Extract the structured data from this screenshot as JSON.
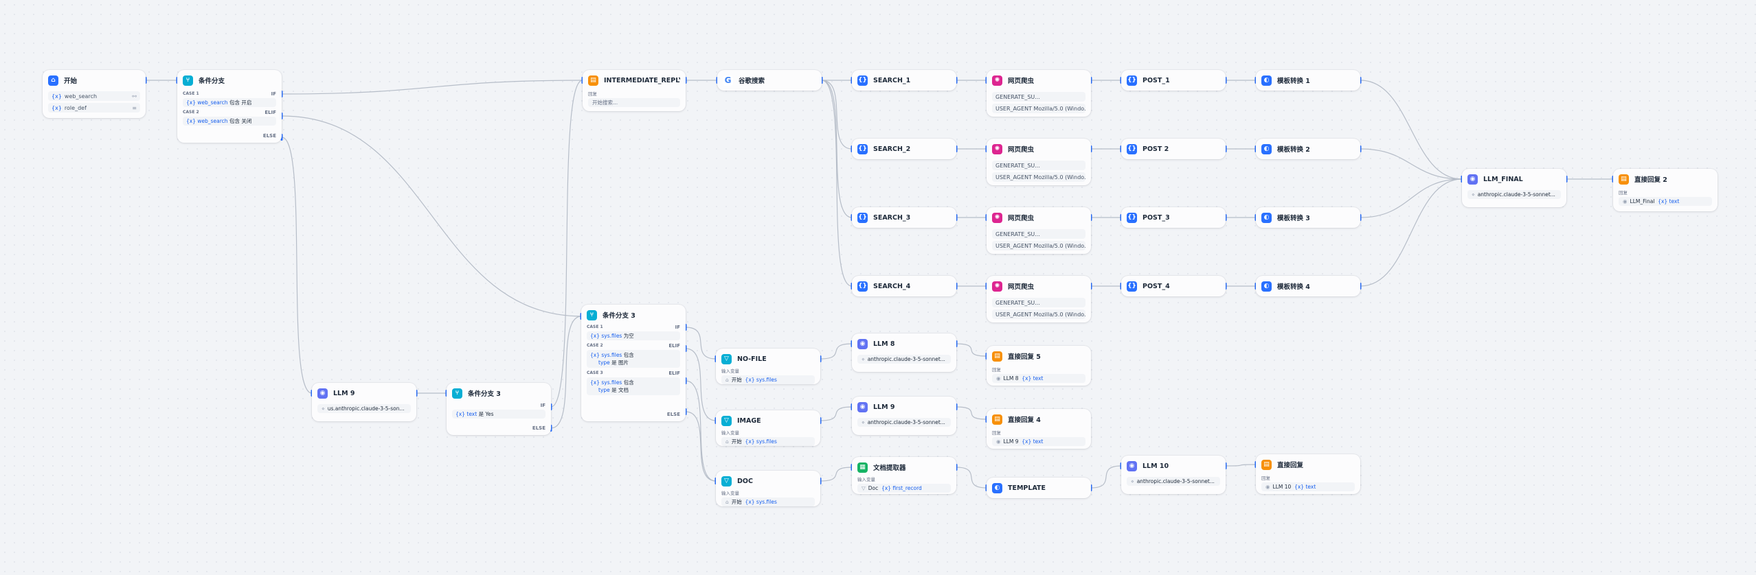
{
  "colors": {
    "start": "#2970ff",
    "ifelse": "#06aed4",
    "reply": "#f79009",
    "llm": "#6172f3",
    "tool": "#2970ff",
    "crawler": "#dd2590",
    "template": "#2970ff",
    "extract": "#16b364",
    "edge": "#b6bdc8"
  },
  "start": {
    "title": "开始",
    "vars": [
      "web_search",
      "role_def"
    ]
  },
  "branch1": {
    "title": "条件分支",
    "case1": {
      "label": "CASE 1",
      "tag": "IF",
      "var": "web_search",
      "op": "包含",
      "value": "开启"
    },
    "case2": {
      "label": "CASE 2",
      "tag": "ELIF",
      "var": "web_search",
      "op": "包含",
      "value": "关闭"
    },
    "else": "ELSE"
  },
  "inter_reply": {
    "title": "INTERMEDIATE_REPLY",
    "label": "回复",
    "text": "开始搜索..."
  },
  "google": {
    "title": "谷歌搜索"
  },
  "search1": {
    "title": "SEARCH_1"
  },
  "search2": {
    "title": "SEARCH_2"
  },
  "search3": {
    "title": "SEARCH_3"
  },
  "search4": {
    "title": "SEARCH_4"
  },
  "crawler": {
    "title": "网页爬虫",
    "row1": "GENERATE_SU...",
    "row2": "USER_AGENT Mozilla/5.0 (Windo..."
  },
  "post1": {
    "title": "POST_1"
  },
  "post2": {
    "title": "POST 2"
  },
  "post3": {
    "title": "POST_3"
  },
  "post4": {
    "title": "POST_4"
  },
  "tpl1": {
    "title": "模板转换 1"
  },
  "tpl2": {
    "title": "模板转换 2"
  },
  "tpl3": {
    "title": "模板转换 3"
  },
  "tpl4": {
    "title": "模板转换 4"
  },
  "llm_final": {
    "title": "LLM_FINAL",
    "model": "anthropic.claude-3-5-sonnet..."
  },
  "reply2": {
    "title": "直接回复 2",
    "label": "回复",
    "src": "LLM_Final",
    "var": "text"
  },
  "llm9a": {
    "title": "LLM 9",
    "model": "us.anthropic.claude-3-5-son..."
  },
  "branch3a": {
    "title": "条件分支 3",
    "tag": "IF",
    "var": "text",
    "op": "是",
    "value": "Yes",
    "else": "ELSE"
  },
  "branch3b": {
    "title": "条件分支 3",
    "case1": {
      "label": "CASE 1",
      "tag": "IF",
      "var": "sys.files",
      "op": "为空"
    },
    "case2": {
      "label": "CASE 2",
      "tag": "ELIF",
      "var": "sys.files",
      "op": "包含",
      "sub": "type",
      "subop": "是",
      "subval": "图片"
    },
    "case3": {
      "label": "CASE 3",
      "tag": "ELIF",
      "var": "sys.files",
      "op": "包含",
      "sub": "type",
      "subop": "是",
      "subval": "文档"
    },
    "else": "ELSE"
  },
  "nofile": {
    "title": "NO-FILE",
    "label": "输入变量",
    "src": "开始",
    "var": "sys.files"
  },
  "image": {
    "title": "IMAGE",
    "label": "输入变量",
    "src": "开始",
    "var": "sys.files"
  },
  "doc": {
    "title": "DOC",
    "label": "输入变量",
    "src": "开始",
    "var": "sys.files"
  },
  "llm8": {
    "title": "LLM 8",
    "model": "anthropic.claude-3-5-sonnet..."
  },
  "llm9b": {
    "title": "LLM 9",
    "model": "anthropic.claude-3-5-sonnet..."
  },
  "extract": {
    "title": "文档提取器",
    "label": "输入变量",
    "src": "Doc",
    "var": "first_record"
  },
  "reply5": {
    "title": "直接回复 5",
    "label": "回复",
    "src": "LLM 8",
    "var": "text"
  },
  "reply4": {
    "title": "直接回复 4",
    "label": "回复",
    "src": "LLM 9",
    "var": "text"
  },
  "template": {
    "title": "TEMPLATE"
  },
  "llm10": {
    "title": "LLM 10",
    "model": "anthropic.claude-3-5-sonnet..."
  },
  "reply": {
    "title": "直接回复",
    "label": "回复",
    "src": "LLM 10",
    "var": "text"
  }
}
